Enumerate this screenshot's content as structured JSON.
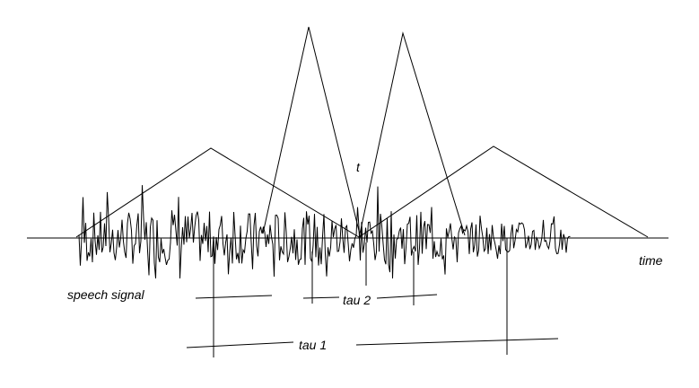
{
  "labels": {
    "speech": "speech signal",
    "time": "time",
    "t": "t",
    "tau2": "tau 2",
    "tau1": "tau 1"
  },
  "colors": {
    "stroke": "#000000",
    "background": "#ffffff"
  }
}
